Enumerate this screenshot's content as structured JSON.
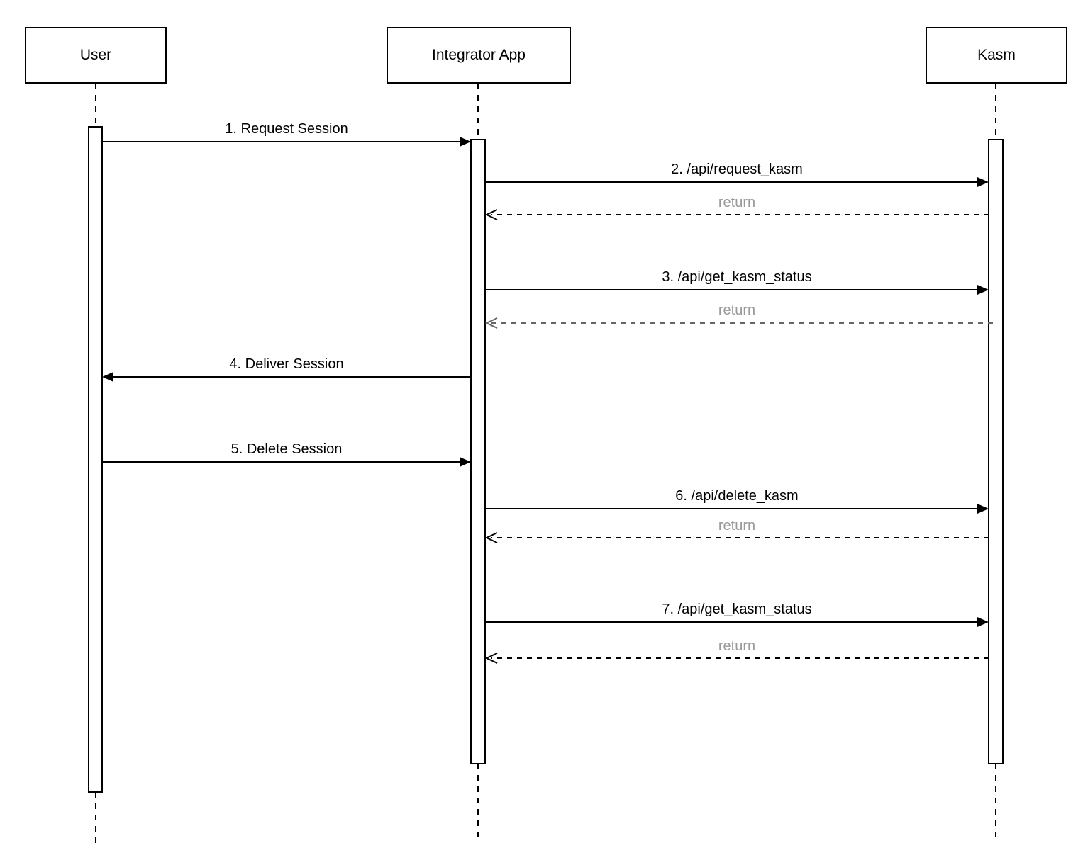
{
  "diagram": {
    "type": "sequence-diagram",
    "participants": [
      {
        "label": "User"
      },
      {
        "label": "Integrator App"
      },
      {
        "label": "Kasm"
      }
    ],
    "messages": [
      {
        "label": "1. Request Session",
        "from": "User",
        "to": "Integrator App",
        "style": "solid"
      },
      {
        "label": "2. /api/request_kasm",
        "from": "Integrator App",
        "to": "Kasm",
        "style": "solid"
      },
      {
        "label": "return",
        "from": "Kasm",
        "to": "Integrator App",
        "style": "dashed-return"
      },
      {
        "label": "3. /api/get_kasm_status",
        "from": "Integrator App",
        "to": "Kasm",
        "style": "solid"
      },
      {
        "label": "return",
        "from": "Kasm",
        "to": "Integrator App",
        "style": "dashed-return-gray"
      },
      {
        "label": "4. Deliver Session",
        "from": "Integrator App",
        "to": "User",
        "style": "solid"
      },
      {
        "label": "5. Delete Session",
        "from": "User",
        "to": "Integrator App",
        "style": "solid"
      },
      {
        "label": "6. /api/delete_kasm",
        "from": "Integrator App",
        "to": "Kasm",
        "style": "solid"
      },
      {
        "label": "return",
        "from": "Kasm",
        "to": "Integrator App",
        "style": "dashed-return"
      },
      {
        "label": "7. /api/get_kasm_status",
        "from": "Integrator App",
        "to": "Kasm",
        "style": "solid"
      },
      {
        "label": "return",
        "from": "Kasm",
        "to": "Integrator App",
        "style": "dashed-return"
      }
    ],
    "colors": {
      "line": "#000000",
      "shape_fill": "#ffffff",
      "background": "#ffffff",
      "return_label": "#999999",
      "return_line_alt": "#666666"
    }
  }
}
